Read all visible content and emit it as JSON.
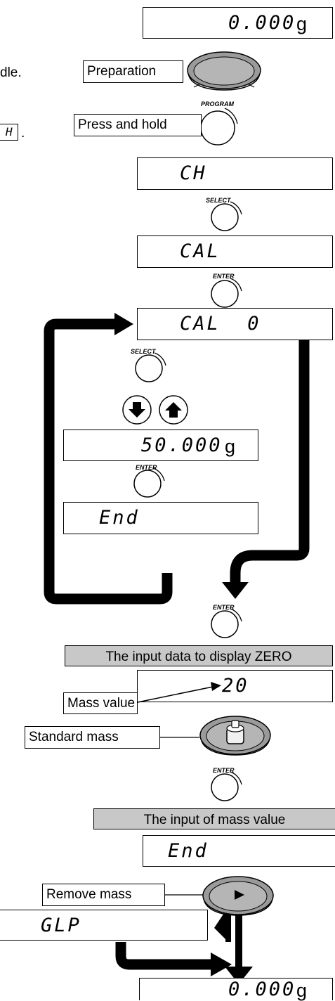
{
  "displays": {
    "zero_top": "0.000",
    "unit_g": "g",
    "ch": "CH",
    "cal": "CAL",
    "cal0": "CAL  0",
    "mass": "50.000",
    "end1": "End",
    "arrow20": "20",
    "end2": "End",
    "glp": "GLP",
    "zero_bottom": "0.000"
  },
  "left_fragments": {
    "dle": "dle.",
    "h_box": "H",
    "period": "."
  },
  "labels": {
    "preparation": "Preparation",
    "press_hold": "Press and hold",
    "mass_value": "Mass value",
    "standard_mass": "Standard mass",
    "remove_mass": "Remove mass"
  },
  "banners": {
    "zero": "The input data to display ZERO",
    "mass_input": "The input of mass value"
  },
  "keys": {
    "program": "PROGRAM",
    "select": "SELECT",
    "enter": "ENTER"
  }
}
